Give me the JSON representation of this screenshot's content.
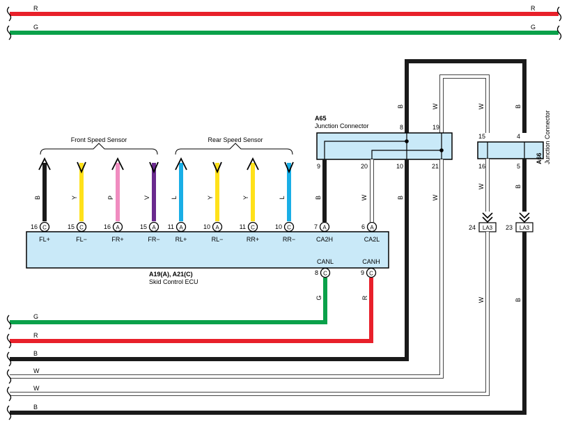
{
  "colors": {
    "R": "#e8202a",
    "G": "#0aa14a",
    "B": "#1a1a1a",
    "W": "#ffffff",
    "Y": "#ffe11a",
    "P": "#f08cc0",
    "V": "#6a2a8e",
    "L": "#19aee6",
    "component_fill": "#c9e9f8"
  },
  "top_wires": {
    "red_label": "R",
    "green_label": "G"
  },
  "bottom_wires": [
    "G",
    "R",
    "B",
    "W",
    "W",
    "B"
  ],
  "groups": {
    "front": "Front Speed Sensor",
    "rear": "Rear Speed Sensor"
  },
  "ecu": {
    "name": "A19(A), A21(C)",
    "desc": "Skid Control ECU",
    "pins": [
      {
        "label": "FL+",
        "pin": "16",
        "conn": "C",
        "wire": "B",
        "arrow": "up"
      },
      {
        "label": "FL−",
        "pin": "15",
        "conn": "C",
        "wire": "Y",
        "arrow": "down"
      },
      {
        "label": "FR+",
        "pin": "16",
        "conn": "A",
        "wire": "P",
        "arrow": "up"
      },
      {
        "label": "FR−",
        "pin": "15",
        "conn": "A",
        "wire": "V",
        "arrow": "down"
      },
      {
        "label": "RL+",
        "pin": "11",
        "conn": "A",
        "wire": "L",
        "arrow": "up"
      },
      {
        "label": "RL−",
        "pin": "10",
        "conn": "A",
        "wire": "Y",
        "arrow": "down"
      },
      {
        "label": "RR+",
        "pin": "11",
        "conn": "C",
        "wire": "Y",
        "arrow": "up"
      },
      {
        "label": "RR−",
        "pin": "10",
        "conn": "C",
        "wire": "L",
        "arrow": "down"
      },
      {
        "label": "CA2H",
        "pin": "7",
        "conn": "A",
        "wire": "B"
      },
      {
        "label": "CA2L",
        "pin": "6",
        "conn": "A",
        "wire": "W"
      }
    ],
    "bottom_pins": [
      {
        "label": "CANL",
        "pin": "8",
        "conn": "C",
        "wire": "G"
      },
      {
        "label": "CANH",
        "pin": "9",
        "conn": "C",
        "wire": "R"
      }
    ]
  },
  "a65": {
    "name": "A65",
    "desc": "Junction Connector",
    "pins_top": [
      "8",
      "19"
    ],
    "pins_bottom": [
      "9",
      "20",
      "10",
      "21"
    ],
    "wires_top": [
      "B",
      "W"
    ],
    "wires_bottom": [
      "B",
      "W",
      "B",
      "W"
    ]
  },
  "a66": {
    "name": "A66",
    "desc": "Junction Connector",
    "pins_top": [
      "15",
      "4"
    ],
    "pins_bottom": [
      "16",
      "5"
    ],
    "wires_top": [
      "W",
      "B"
    ],
    "wires_bottom": [
      "W",
      "B"
    ],
    "lower_wires": [
      "W",
      "B"
    ]
  },
  "la3": [
    {
      "pin": "24",
      "name": "LA3"
    },
    {
      "pin": "23",
      "name": "LA3"
    }
  ]
}
